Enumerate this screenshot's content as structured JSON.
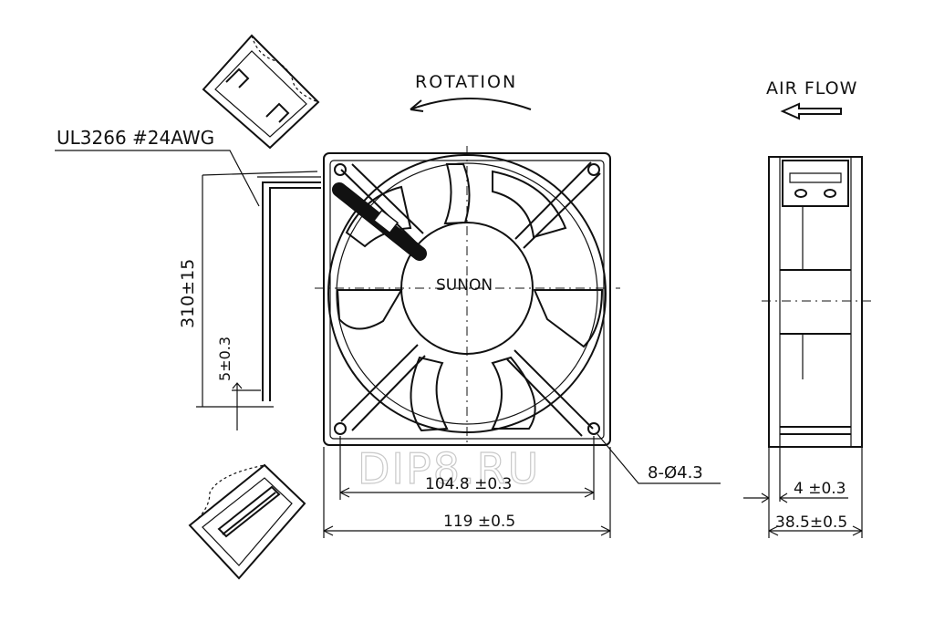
{
  "labels": {
    "wire_spec": "UL3266  #24AWG",
    "rotation": "ROTATION",
    "air_flow": "AIR FLOW",
    "brand": "SUNON",
    "lead_length": "310±15",
    "strip_length": "5±0.3",
    "hole_spacing": "104.8 ±0.3",
    "frame_width": "119 ±0.5",
    "holes": "8-Ø4.3",
    "flange_thickness": "4 ±0.3",
    "fan_depth": "38.5±0.5",
    "watermark": "DIP8.RU"
  }
}
